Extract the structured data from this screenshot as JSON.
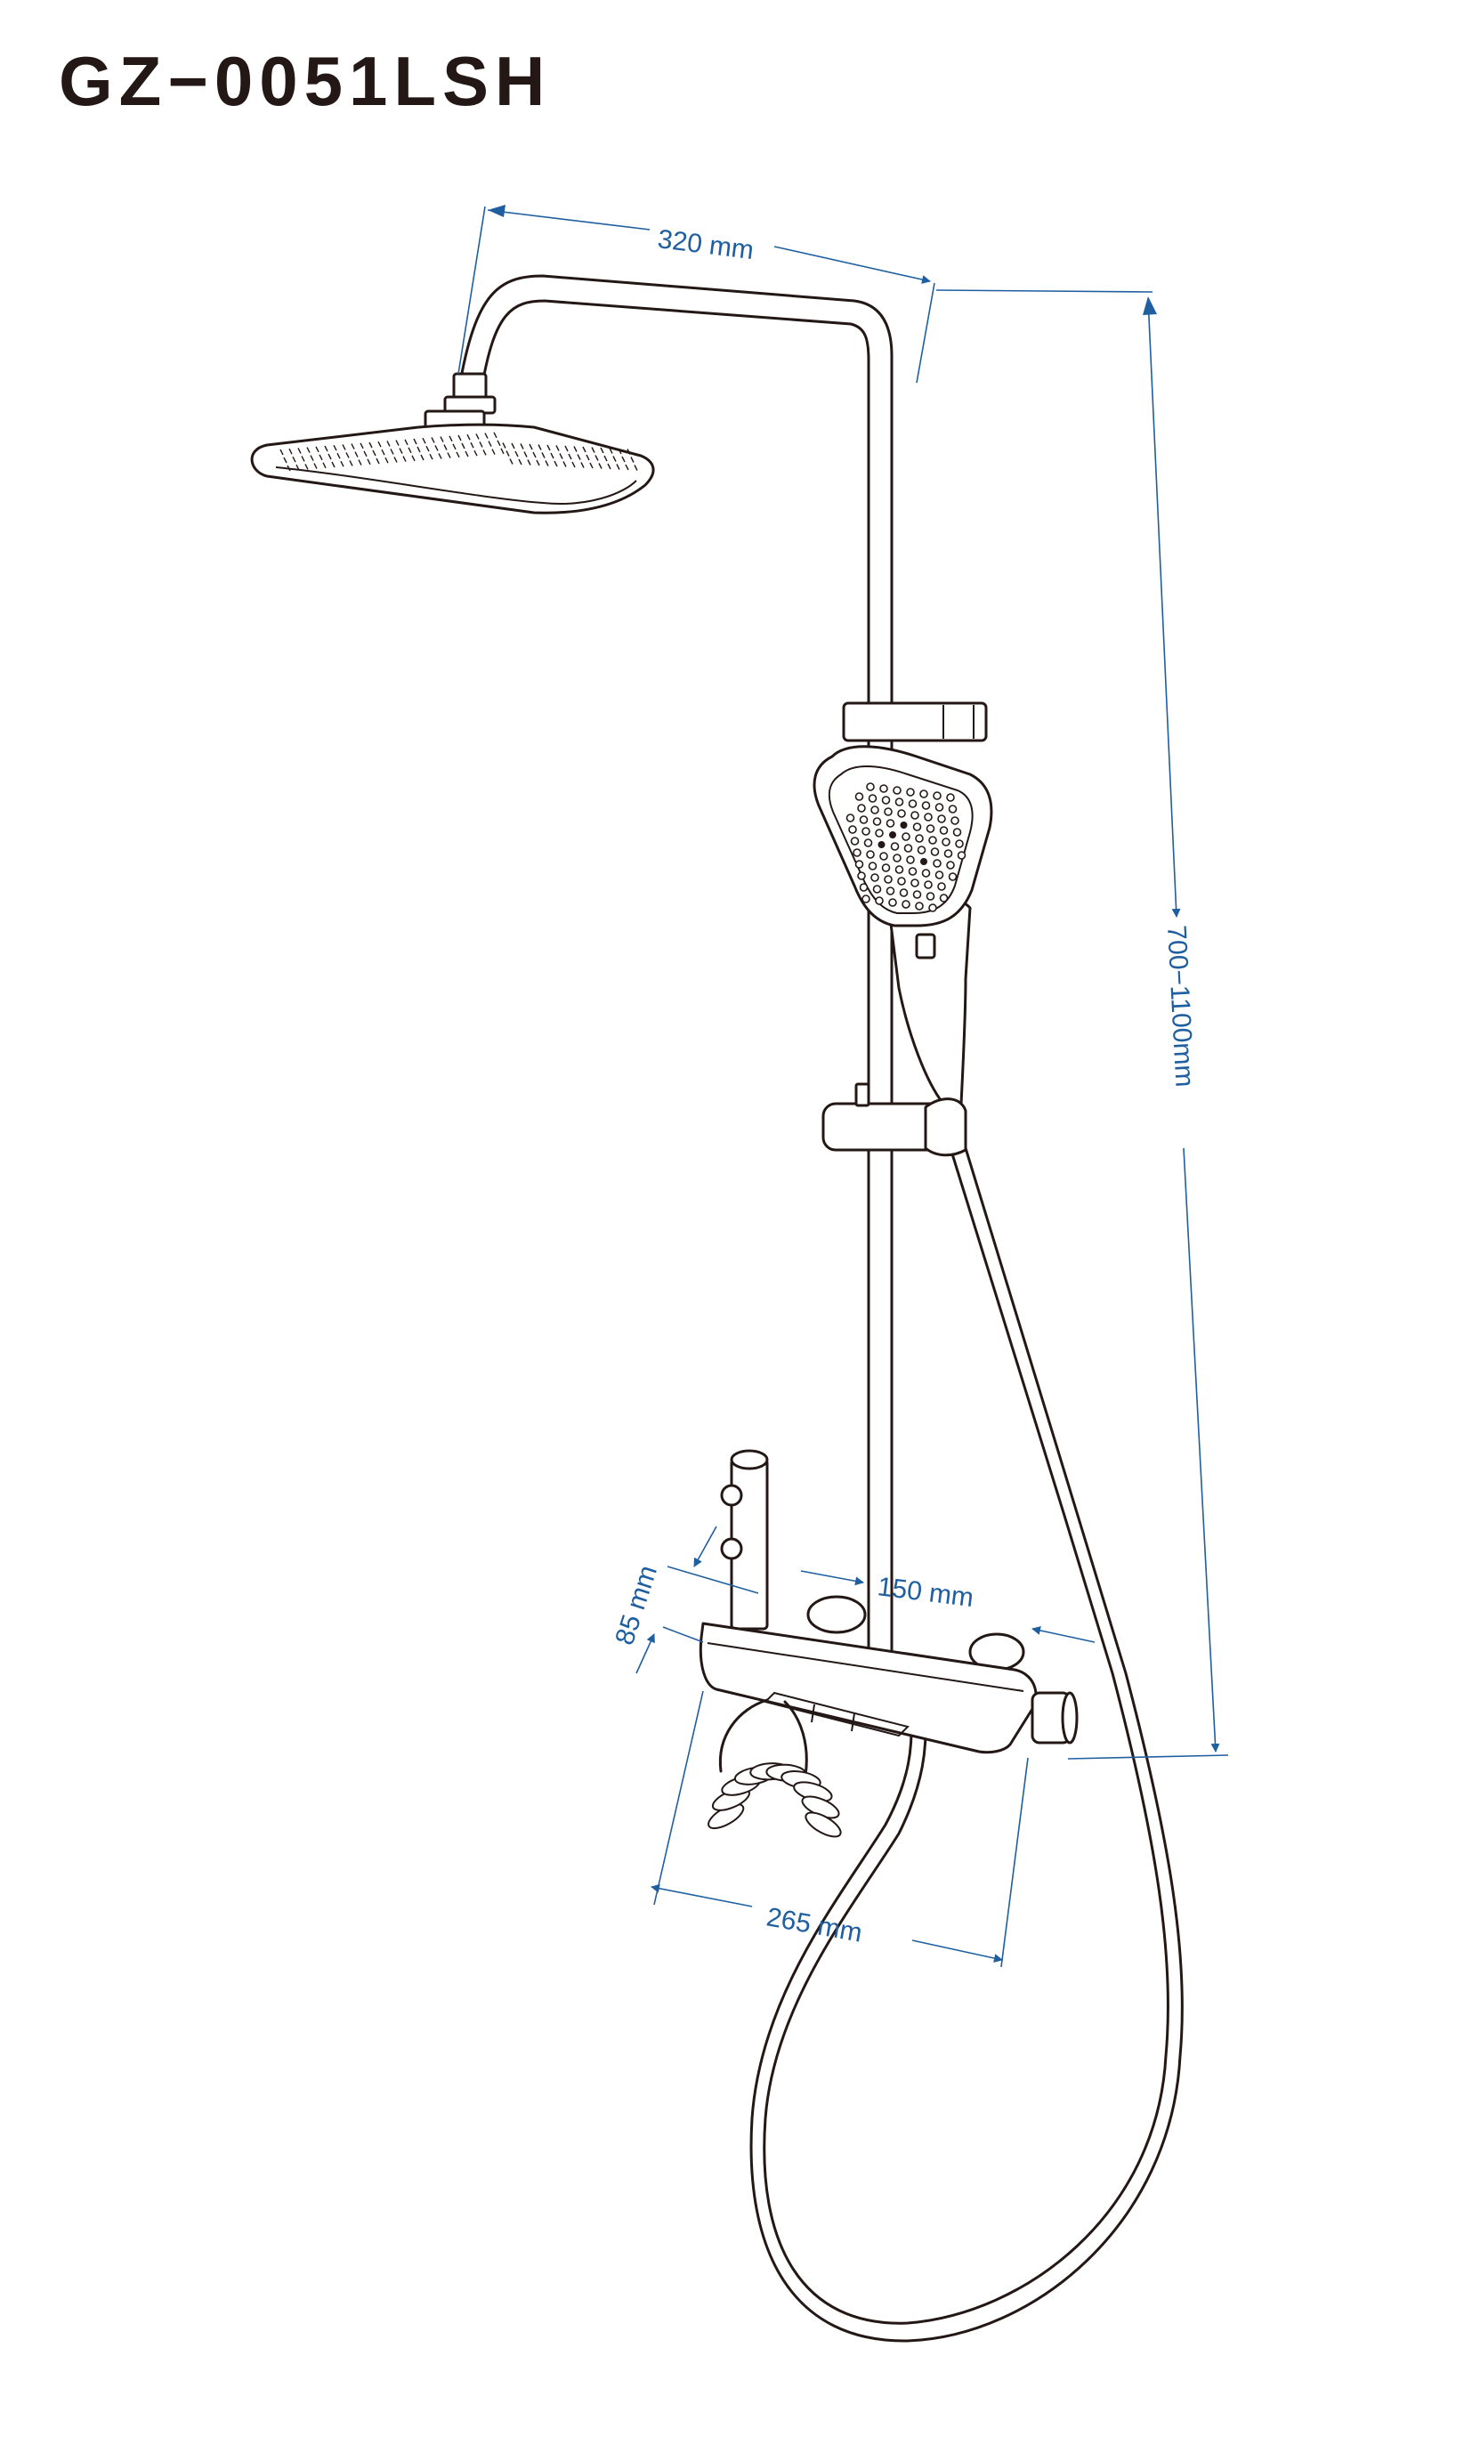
{
  "model": "GZ−0051LSH",
  "dimensions": {
    "arm_length": "320 mm",
    "height_range": "700−1100mm",
    "spout_height": "85 mm",
    "center_distance": "150 mm",
    "shelf_width": "265 mm"
  }
}
